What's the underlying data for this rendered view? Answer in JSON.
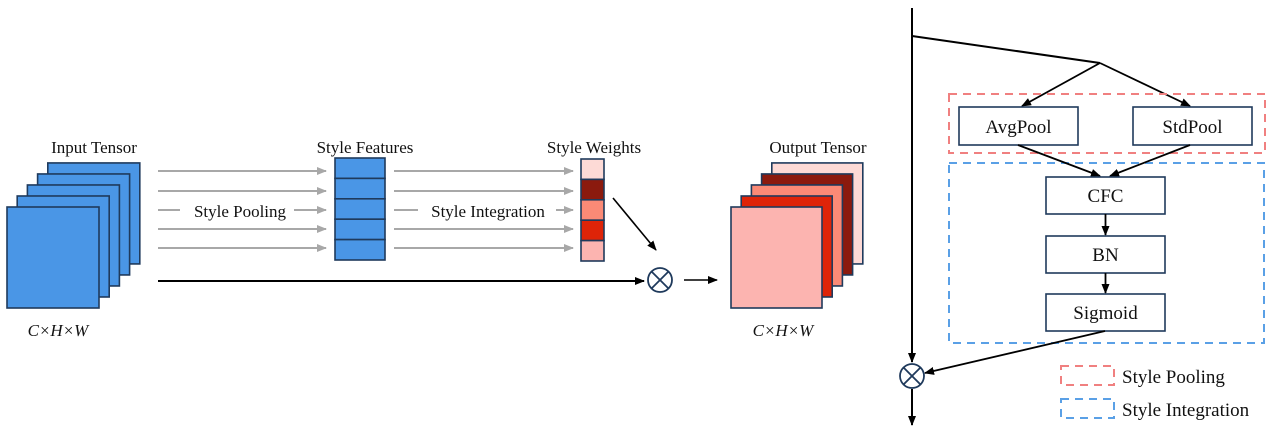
{
  "colors": {
    "tensor_blue": "#4a96e6",
    "stroke_dark": "#1f3a5c",
    "arrow_gray": "#a8a8a8",
    "arrow_black": "#000000",
    "pool_dash": "#f08080",
    "integration_dash": "#5aa0e6",
    "weights": [
      "#fddad6",
      "#8b1a0e",
      "#fb8a76",
      "#de2408",
      "#fcb4b0"
    ],
    "output_layers": [
      "#fddad6",
      "#8b1a0e",
      "#fb8a76",
      "#de2408",
      "#fcb4b0"
    ]
  },
  "left": {
    "input_label": "Input Tensor",
    "input_dims": "C×H×W",
    "style_pooling_label": "Style Pooling",
    "style_features_label": "Style Features",
    "style_integration_label": "Style Integration",
    "style_weights_label": "Style Weights",
    "output_label": "Output Tensor",
    "output_dims": "C×H×W",
    "multiply_symbol": "⊗"
  },
  "right": {
    "avgpool": "AvgPool",
    "stdpool": "StdPool",
    "cfc": "CFC",
    "bn": "BN",
    "sigmoid": "Sigmoid"
  },
  "legend": {
    "items": [
      {
        "label": "Style Pooling",
        "color_key": "pool_dash"
      },
      {
        "label": "Style Integration",
        "color_key": "integration_dash"
      }
    ]
  }
}
